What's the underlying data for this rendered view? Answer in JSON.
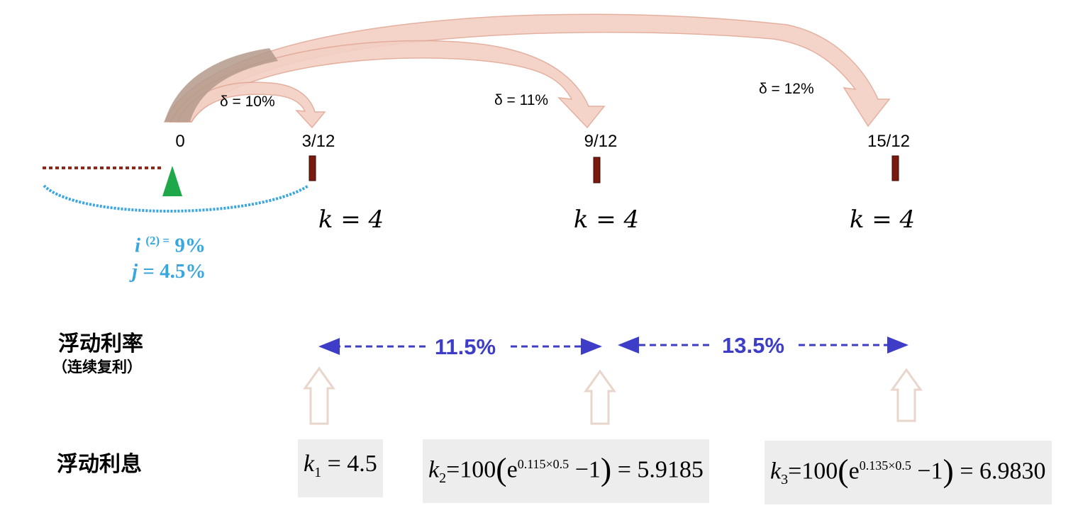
{
  "timeline": {
    "origin_label": "0",
    "points": [
      {
        "time_label": "3/12",
        "delta_label": "δ = 10%",
        "k_label": "k = 4"
      },
      {
        "time_label": "9/12",
        "delta_label": "δ = 11%",
        "k_label": "k = 4"
      },
      {
        "time_label": "15/12",
        "delta_label": "δ = 12%",
        "k_label": "k = 4"
      }
    ]
  },
  "initial_rate": {
    "i_text": "i",
    "i_sup": "(2) =",
    "i_value": "9%",
    "j_text": "j",
    "j_value": "= 4.5%"
  },
  "floating_rate": {
    "heading": "浮动利率",
    "subheading": "（连续复利）",
    "rates": [
      "11.5%",
      "13.5%"
    ]
  },
  "floating_interest": {
    "heading": "浮动利息",
    "formulas": [
      {
        "var": "k",
        "sub": "1",
        "expr": "= 4.5",
        "exponent": "",
        "result": ""
      },
      {
        "var": "k",
        "sub": "2",
        "expr": "=100",
        "exponent": "0.115×0.5",
        "result": "= 5.9185"
      },
      {
        "var": "k",
        "sub": "3",
        "expr": "=100",
        "exponent": "0.135×0.5",
        "result": "= 6.9830"
      }
    ]
  },
  "colors": {
    "arc_fill": "#f3d0c4",
    "arc_stroke": "#e2a896",
    "origin_shadow": "#b49a8c",
    "dotted_line": "#8b2a1a",
    "tick_marker": "#7a1a0e",
    "triangle": "#1fa84a",
    "payment_arc": "#3aa6e0",
    "rate_arrow": "#3e3dc7",
    "up_arrow": "#e8d6cc"
  }
}
